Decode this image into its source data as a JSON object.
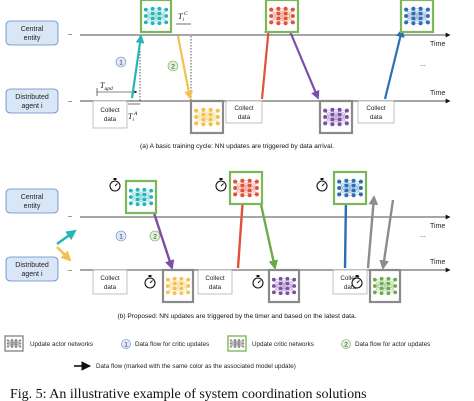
{
  "entities": {
    "central": "Central entity",
    "agent": "Distributed agent i"
  },
  "axis_label": "Time",
  "collect_label": "Collect data",
  "ellipsis": "...",
  "panel_a": {
    "caption": "(a) A basic training cycle: NN updates are triggered by data arrival.",
    "t_upd": "T",
    "t_upd_sub": "upd",
    "t_a": "T",
    "t_a_sub": "i",
    "t_a_sup": "A",
    "t_c": "T",
    "t_c_sub": "i",
    "t_c_sup": "C"
  },
  "panel_b": {
    "caption": "(b) Proposed: NN updates are triggered by the timer and based on the latest data."
  },
  "legend": {
    "actor": "Update actor networks",
    "critic": "Update critic networks",
    "critic_flow_num": "1",
    "critic_flow": "Data flow for critic updates",
    "actor_flow_num": "2",
    "actor_flow": "Data flow for actor updates",
    "data_flow": "Data flow (marked with the same color as the associated model update)"
  },
  "figure_caption": "Fig. 5: An illustrative example of system coordination solutions",
  "colors": {
    "critic_border": "#7cb85a",
    "actor_border": "#8a8a8a",
    "teal": "#25b5b8",
    "yellow": "#f2c14e",
    "red": "#e0533a",
    "purple": "#7b4fa6",
    "blue": "#2a6fb5",
    "green": "#6cab4a",
    "grey": "#8c8c8c",
    "entity_fill": "#d9e6f6",
    "entity_border": "#5b86c5",
    "badge_fill": "#dfe8f7"
  }
}
